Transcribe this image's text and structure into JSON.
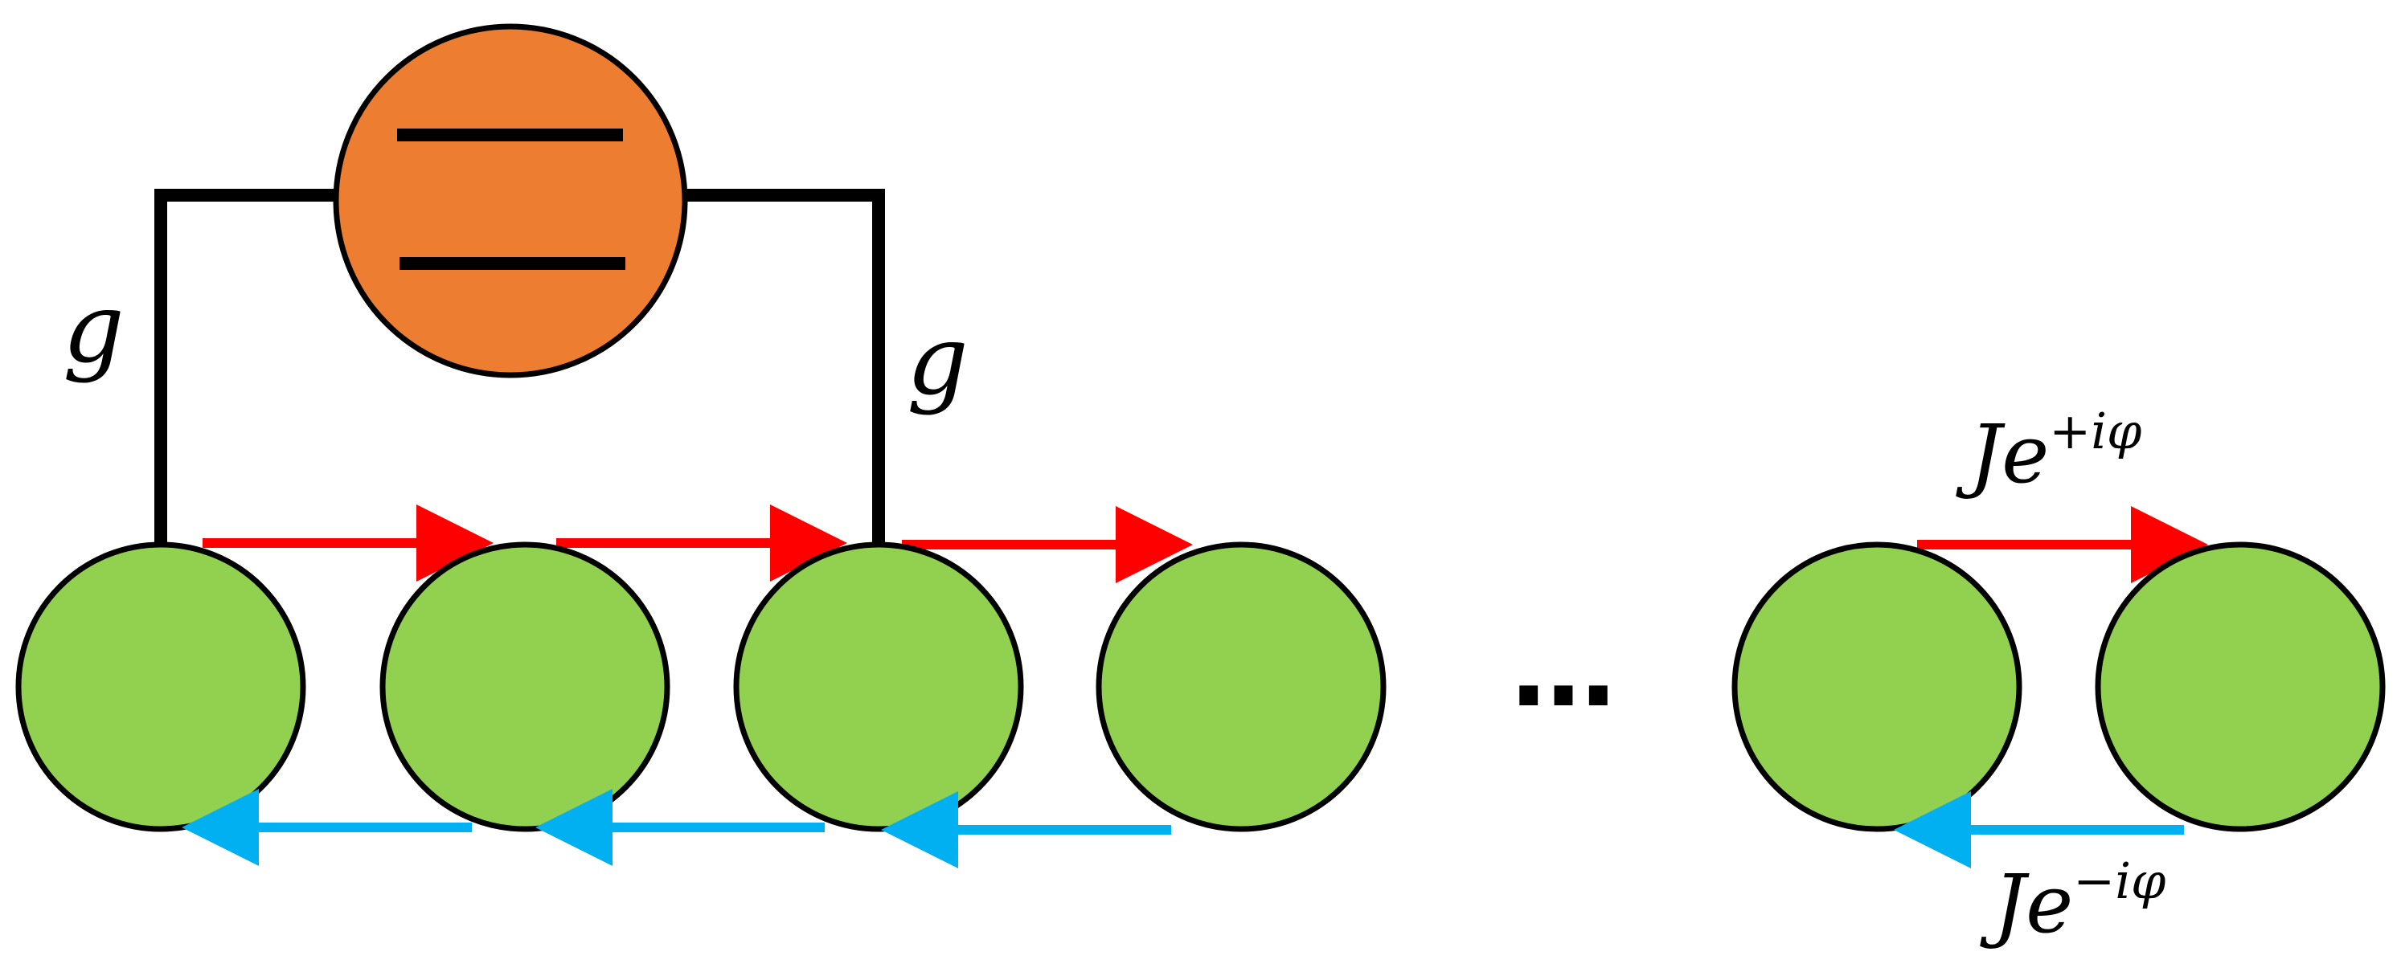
{
  "colors": {
    "atom_fill": "#ED7D31",
    "resonator_fill": "#92D050",
    "forward_arrow": "#FF0000",
    "backward_arrow": "#00B0F0",
    "stroke": "#000000"
  },
  "labels": {
    "coupling_left": "g",
    "coupling_right": "g",
    "ellipsis": "…",
    "hopping_forward_base": "J",
    "hopping_forward_e": "e",
    "hopping_forward_exp": "+iφ",
    "hopping_backward_base": "J",
    "hopping_backward_e": "e",
    "hopping_backward_exp": "−iφ"
  },
  "icons": {
    "atom": "two-level-atom-icon",
    "resonator": "resonator-circle-icon"
  }
}
